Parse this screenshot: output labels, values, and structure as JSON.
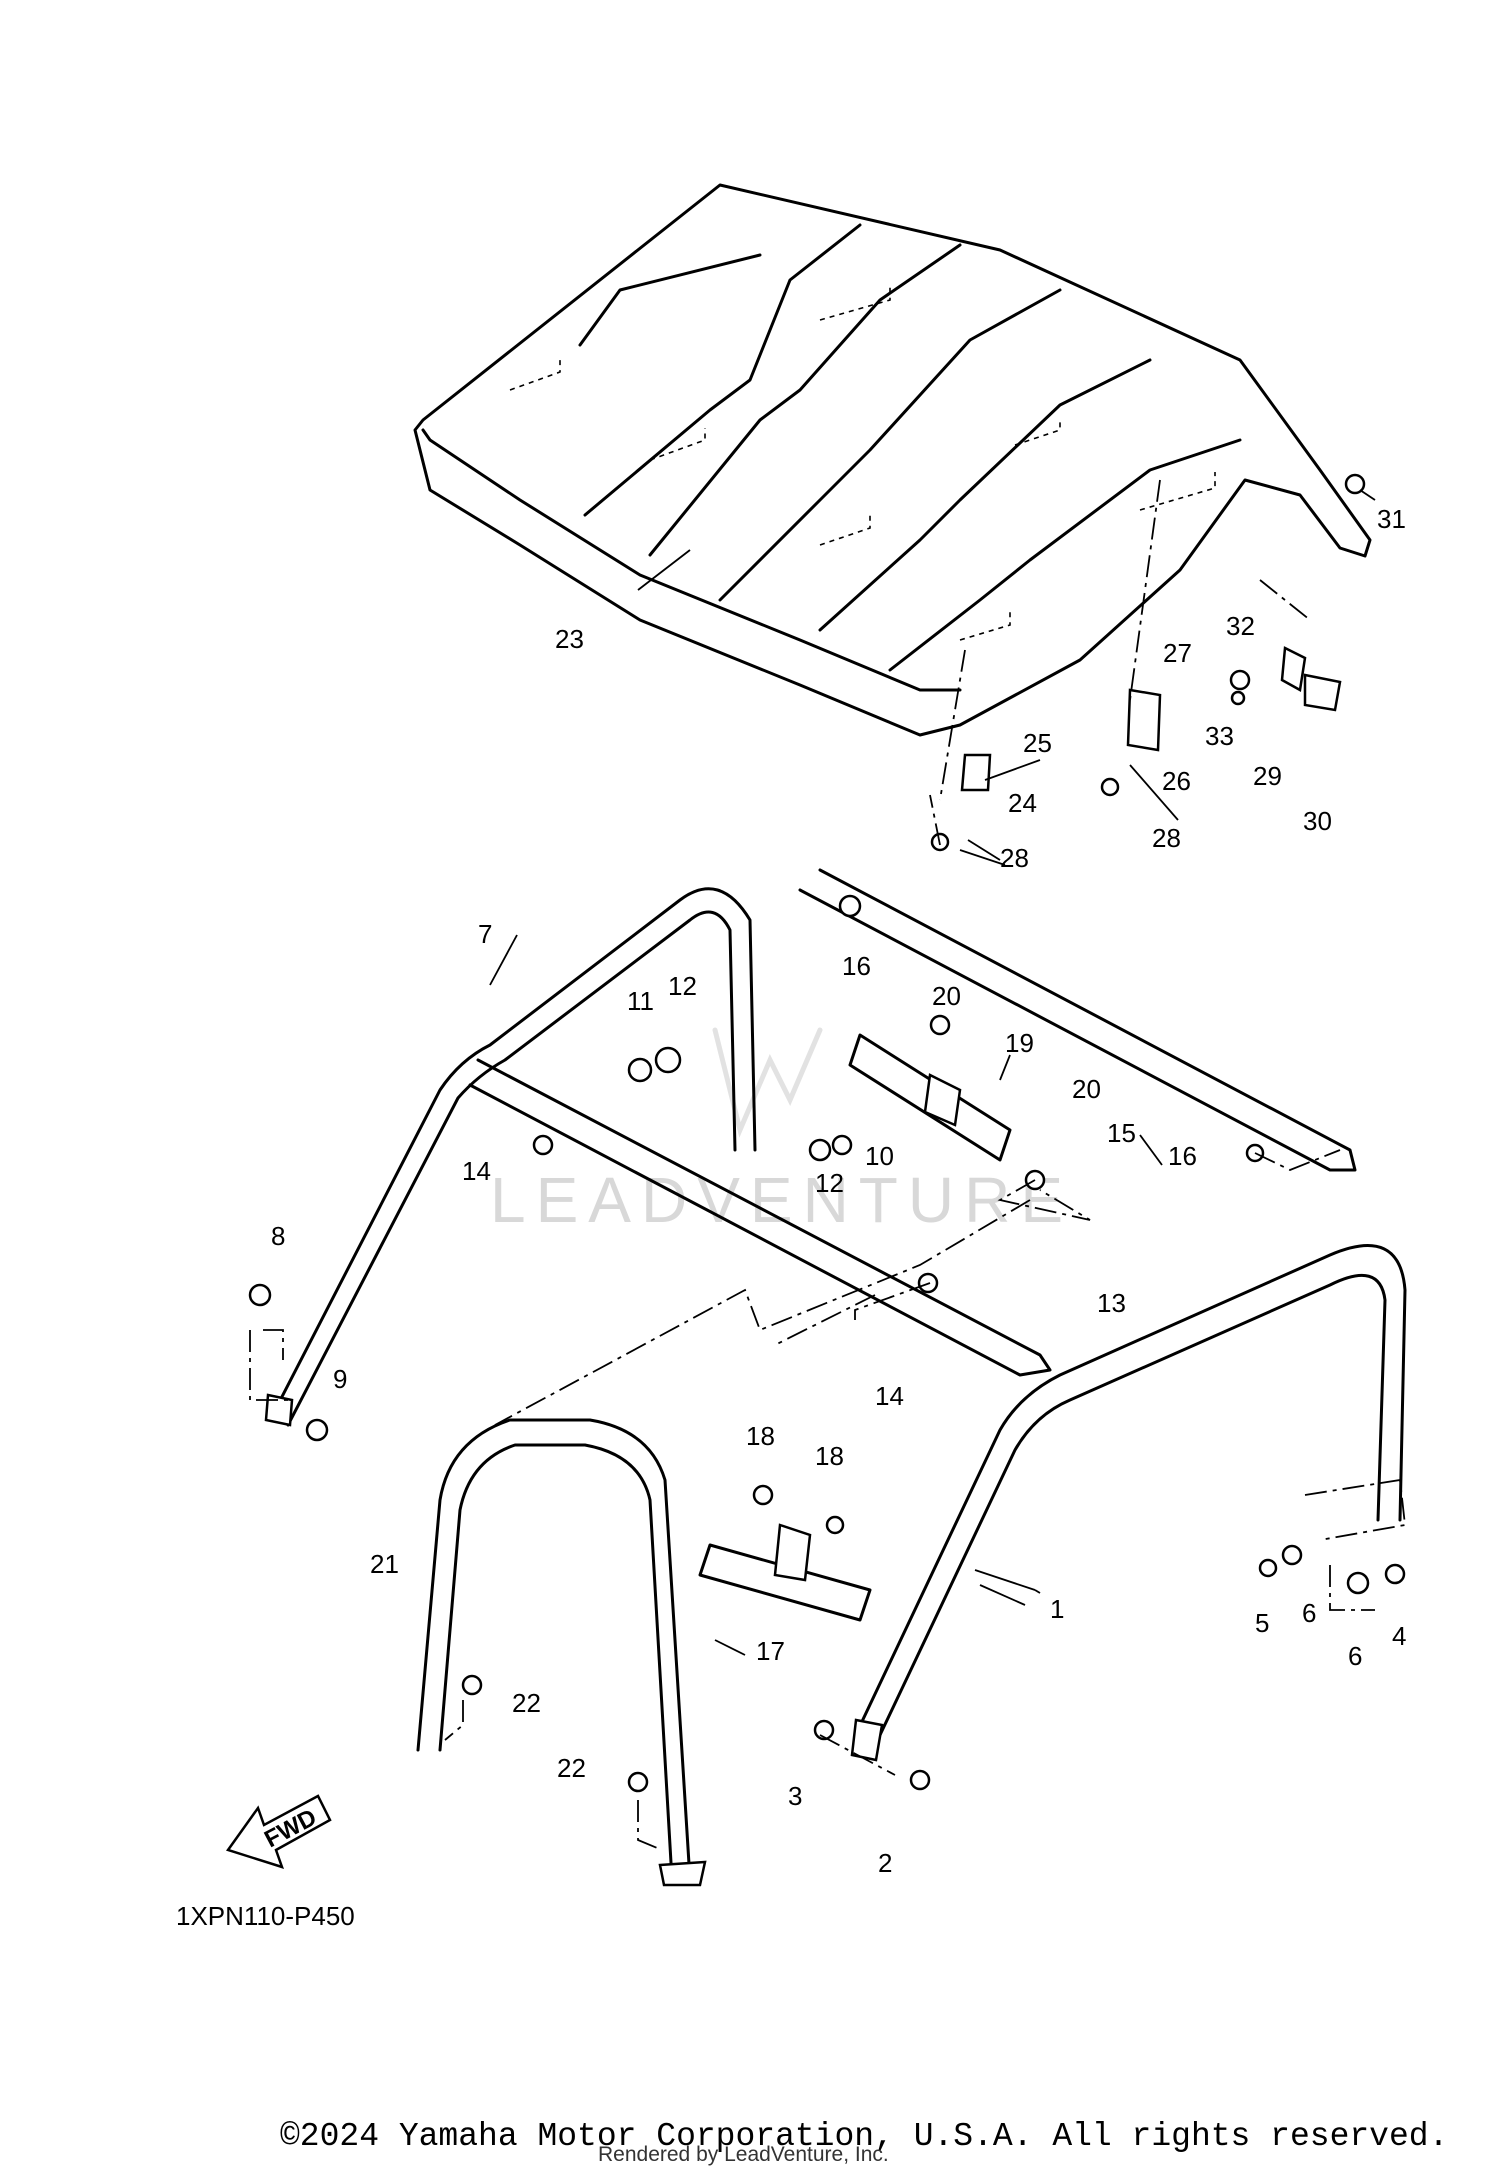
{
  "diagram_code": "1XPN110-P450",
  "copyright": "©2024 Yamaha Motor Corporation, U.S.A. All rights reserved.",
  "rendered_by": "Rendered by LeadVenture, Inc.",
  "watermark": "LEADVENTURE",
  "fwd_label": "FWD",
  "callouts": [
    "1",
    "2",
    "3",
    "4",
    "5",
    "6",
    "6",
    "7",
    "8",
    "9",
    "10",
    "11",
    "12",
    "12",
    "13",
    "14",
    "14",
    "15",
    "16",
    "16",
    "17",
    "18",
    "18",
    "19",
    "20",
    "20",
    "21",
    "22",
    "22",
    "23",
    "24",
    "25",
    "26",
    "27",
    "28",
    "28",
    "29",
    "30",
    "31",
    "32",
    "33"
  ]
}
